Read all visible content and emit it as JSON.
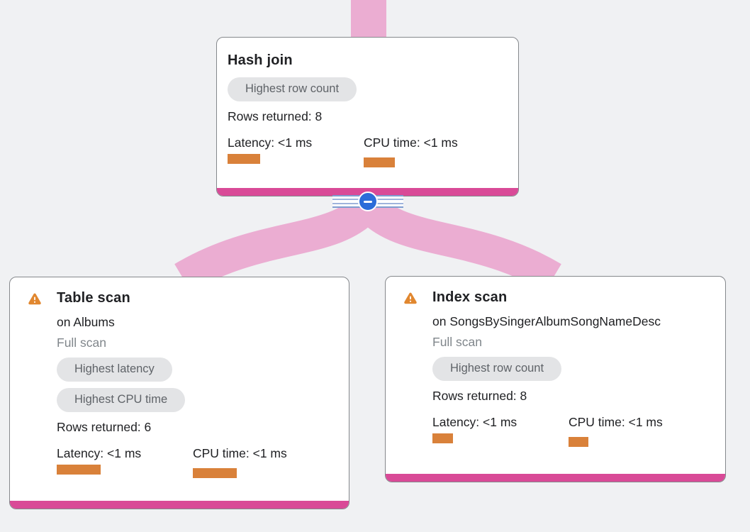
{
  "colors": {
    "edge_pink": "#ebadd2",
    "accent_pink": "#d94a97",
    "bar_orange": "#d9813a",
    "warning_orange": "#e1872f",
    "button_blue": "#2b6cd9",
    "pill_gray": "#e3e4e6",
    "background": "#f0f1f3"
  },
  "icons": {
    "warning": "warning-triangle",
    "collapse": "minus"
  },
  "nodes": {
    "hash_join": {
      "title": "Hash join",
      "badges": [
        "Highest row count"
      ],
      "rows": "Rows returned: 8",
      "latency": "Latency: <1 ms",
      "cpu": "CPU time: <1 ms",
      "latency_bar": "width:46px",
      "cpu_bar": "width:44px"
    },
    "table_scan": {
      "title": "Table scan",
      "target": "on Albums",
      "scan_mode": "Full scan",
      "badges": [
        "Highest latency",
        "Highest CPU time"
      ],
      "rows": "Rows returned: 6",
      "latency": "Latency: <1 ms",
      "cpu": "CPU time: <1 ms",
      "latency_bar": "width:62px",
      "cpu_bar": "width:62px"
    },
    "index_scan": {
      "title": "Index scan",
      "target": "on SongsBySingerAlbumSongNameDesc",
      "scan_mode": "Full scan",
      "badges": [
        "Highest row count"
      ],
      "rows": "Rows returned: 8",
      "latency": "Latency: <1 ms",
      "cpu": "CPU time: <1 ms",
      "latency_bar": "width:29px",
      "cpu_bar": "width:28px"
    }
  }
}
